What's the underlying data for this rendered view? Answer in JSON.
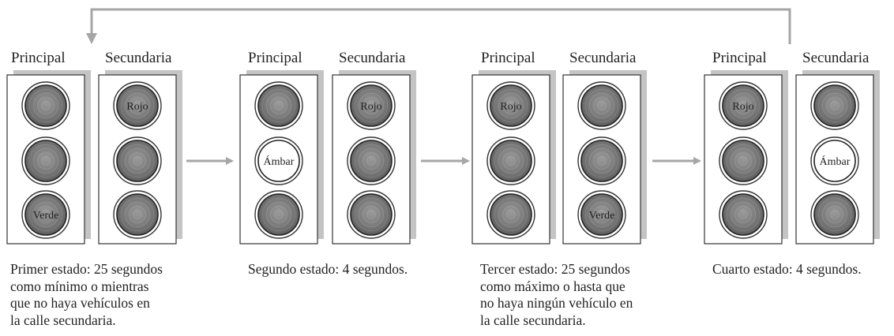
{
  "labels": {
    "principal": "Principal",
    "secundaria": "Secundaria"
  },
  "states": [
    {
      "principal": [
        "",
        "",
        "Verde"
      ],
      "secundaria": [
        "Rojo",
        "",
        ""
      ],
      "description": "Primer estado: 25 segundos\ncomo mínimo o mientras\nque no haya vehículos en\nla calle secundaria."
    },
    {
      "principal": [
        "",
        "Ámbar",
        ""
      ],
      "secundaria": [
        "Rojo",
        "",
        ""
      ],
      "description": "Segundo estado: 4 segundos."
    },
    {
      "principal": [
        "Rojo",
        "",
        ""
      ],
      "secundaria": [
        "",
        "",
        "Verde"
      ],
      "description": "Tercer estado: 25 segundos\ncomo máximo o hasta que\nno haya ningún vehículo en\nla calle secundaria."
    },
    {
      "principal": [
        "Rojo",
        "",
        ""
      ],
      "secundaria": [
        "",
        "Ámbar",
        ""
      ],
      "description": "Cuarto estado: 4 segundos."
    }
  ],
  "colors": {
    "line": "#a6a6a6",
    "shadow": "#c4c4c4",
    "lamp_dark": "#767676",
    "lamp_lit": "#ffffff"
  }
}
